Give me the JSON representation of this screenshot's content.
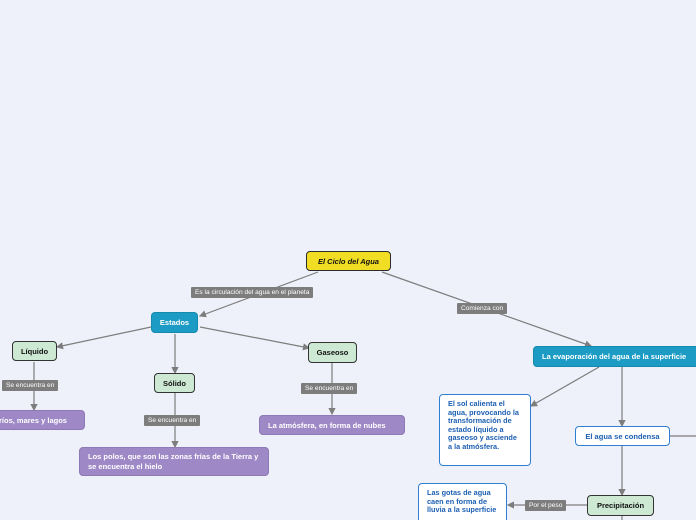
{
  "nodes": {
    "main": "El Ciclo del Agua",
    "estados": "Estados",
    "liquido": "Líquido",
    "solido": "Sólido",
    "gaseoso": "Gaseoso",
    "liquido_desc": "ríos, mares y lagos",
    "solido_desc": "Los polos, que son las zonas frías de la Tierra y se encuentra el hielo",
    "gaseoso_desc": "La atmósfera, en forma de nubes",
    "evaporacion": "La evaporación del agua de la superficie",
    "sol": "El sol calienta el agua, provocando la transformación de estado líquido a gaseoso y asciende a la atmósfera.",
    "condensa": "El agua se condensa",
    "precipitacion": "Precipitación",
    "gotas": "Las gotas de agua caen en forma de lluvia a la superficie"
  },
  "links": {
    "es_la_circulacion": "Es la circulación del agua en el planeta",
    "comienza_con": "Comienza con",
    "se_encuentra_liquido": "Se encuentra en",
    "se_encuentra_solido": "Se encuentra en",
    "se_encuentra_gaseoso": "Se encuentra en",
    "por_el_peso": "Por el peso"
  },
  "colors": {
    "background": "#eff1fa",
    "main_topic": "#f1de24",
    "blue_topic": "#1c9cc4",
    "green_topic": "#cde9d3",
    "purple_topic": "#9e88c6",
    "note_border": "#2f7fd0",
    "connector": "#7d7d7d"
  }
}
